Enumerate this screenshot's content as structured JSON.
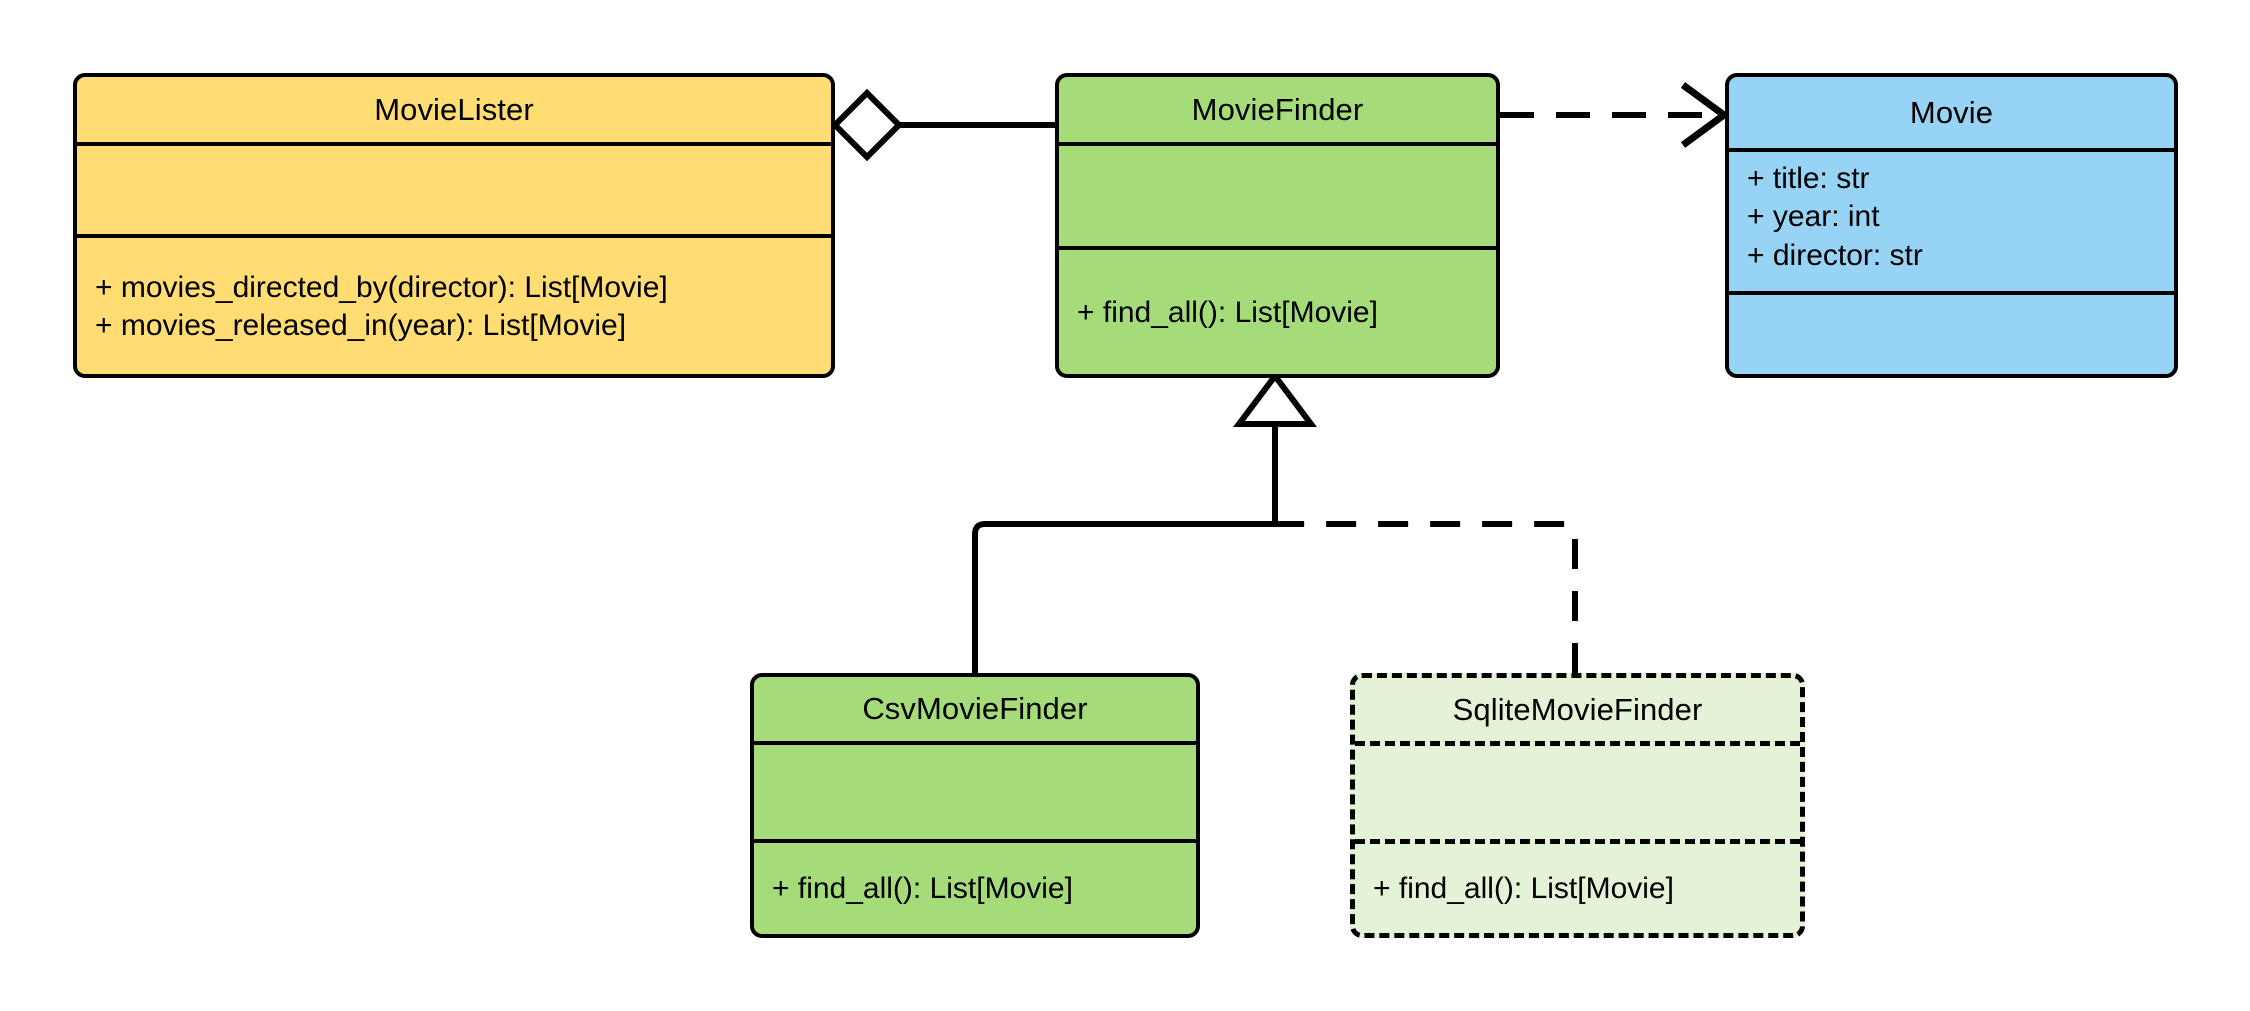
{
  "diagram": {
    "type": "uml-class-diagram",
    "title": "MovieLister dependency injection class diagram",
    "background_color": "#ffffff",
    "line_color": "#000000"
  },
  "palette": {
    "yellow": "#ffdd73",
    "green": "#a5db79",
    "blue": "#96d3f5",
    "light_green": "#e4f2d8",
    "stroke": "#000000"
  },
  "classes": [
    {
      "id": "movielister",
      "name": "MovieLister",
      "fill": "#ffdd73",
      "border_style": "solid",
      "attributes": [],
      "methods": [
        "+ movies_directed_by(director): List[Movie]",
        "+ movies_released_in(year): List[Movie]"
      ]
    },
    {
      "id": "moviefinder",
      "name": "MovieFinder",
      "fill": "#a5db79",
      "border_style": "solid",
      "attributes": [],
      "methods": [
        "+ find_all(): List[Movie]"
      ]
    },
    {
      "id": "movie",
      "name": "Movie",
      "fill": "#96d3f5",
      "border_style": "solid",
      "attributes": [
        "+ title: str",
        "+ year: int",
        "+ director: str"
      ],
      "methods": []
    },
    {
      "id": "csvmoviefinder",
      "name": "CsvMovieFinder",
      "fill": "#a5db79",
      "border_style": "solid",
      "attributes": [],
      "methods": [
        "+ find_all(): List[Movie]"
      ]
    },
    {
      "id": "sqlitemoviefinder",
      "name": "SqliteMovieFinder",
      "fill": "#e4f2d8",
      "border_style": "dashed",
      "attributes": [],
      "methods": [
        "+ find_all(): List[Movie]"
      ]
    }
  ],
  "relationships": [
    {
      "id": "aggregation-movielister-moviefinder",
      "kind": "aggregation",
      "source": "MovieLister",
      "target": "MovieFinder",
      "line_style": "solid",
      "source_decoration": "hollow-diamond",
      "target_decoration": "none",
      "label": ""
    },
    {
      "id": "dependency-moviefinder-movie",
      "kind": "dependency",
      "source": "MovieFinder",
      "target": "Movie",
      "line_style": "dashed",
      "source_decoration": "none",
      "target_decoration": "open-arrow",
      "label": ""
    },
    {
      "id": "generalization-csvmoviefinder-moviefinder",
      "kind": "generalization",
      "source": "CsvMovieFinder",
      "target": "MovieFinder",
      "line_style": "solid",
      "source_decoration": "none",
      "target_decoration": "hollow-triangle",
      "label": ""
    },
    {
      "id": "generalization-sqlitemoviefinder-moviefinder",
      "kind": "generalization",
      "source": "SqliteMovieFinder",
      "target": "MovieFinder",
      "line_style": "dashed",
      "source_decoration": "none",
      "target_decoration": "hollow-triangle",
      "label": ""
    }
  ]
}
